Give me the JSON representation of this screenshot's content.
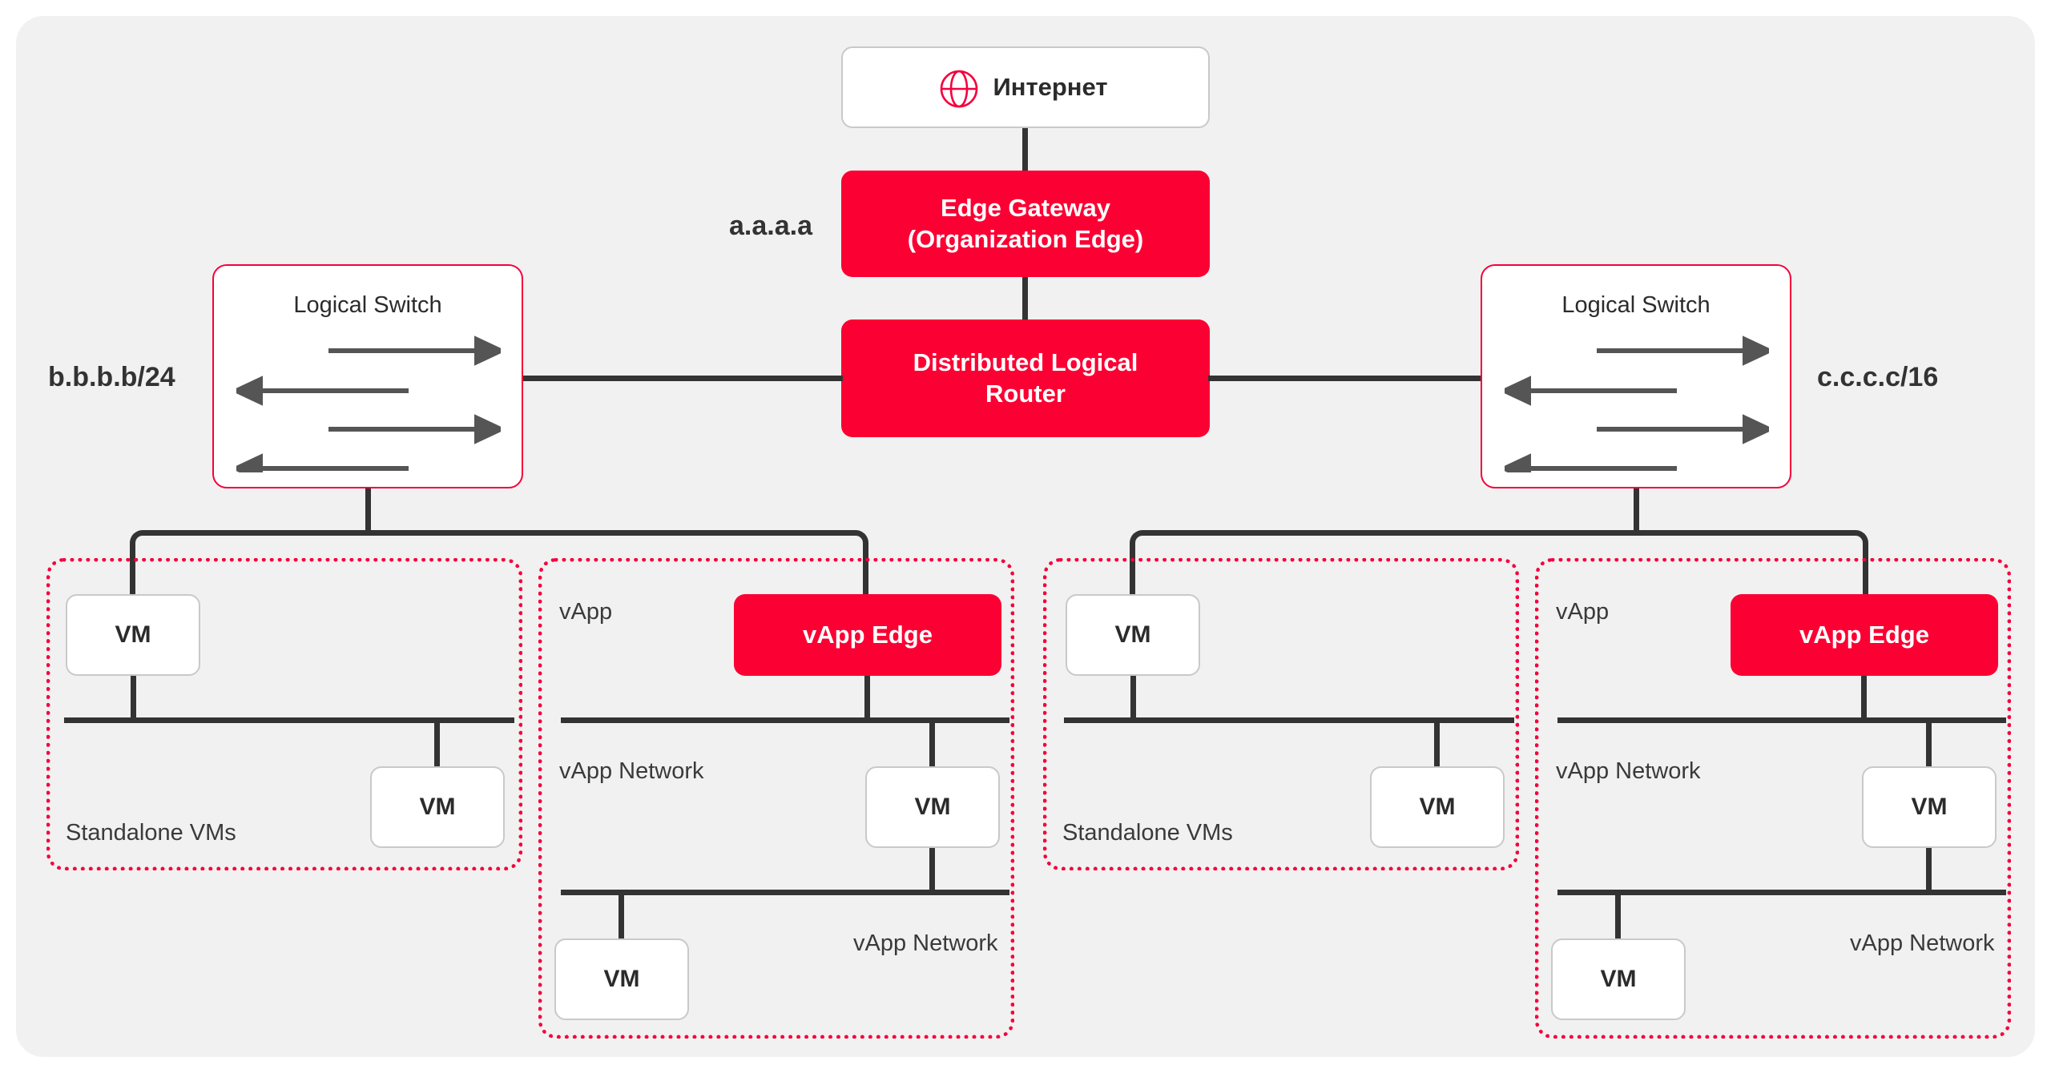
{
  "diagram": {
    "title": "VMware Cloud Director network topology",
    "colors": {
      "panel_bg": "#f1f1f1",
      "accent_red": "#fb0033",
      "border_red": "#f5003c",
      "line_dark": "#333333",
      "box_white": "#ffffff",
      "box_border_gray": "#c9c9c9",
      "arrow_gray": "#555555"
    },
    "internet": {
      "label": "Интернет",
      "icon": "globe-icon"
    },
    "edge_gateway": {
      "line1": "Edge Gateway",
      "line2": "(Organization Edge)",
      "uplink_address": "a.a.a.a"
    },
    "distributed_logical_router": {
      "line1": "Distributed Logical",
      "line2": "Router"
    },
    "left_branch": {
      "logical_switch": {
        "label": "Logical Switch",
        "arrows": [
          "right",
          "left",
          "right",
          "left"
        ]
      },
      "network_address": "b.b.b.b/24",
      "standalone_group": {
        "label": "Standalone VMs",
        "vms": [
          "VM",
          "VM"
        ]
      },
      "vapp_group": {
        "label": "vApp",
        "edge_label": "vApp Edge",
        "network_label_upper": "vApp Network",
        "network_label_lower": "vApp Network",
        "vms": [
          "VM",
          "VM"
        ]
      }
    },
    "right_branch": {
      "logical_switch": {
        "label": "Logical Switch",
        "arrows": [
          "right",
          "left",
          "right",
          "left"
        ]
      },
      "network_address": "c.c.c.c/16",
      "standalone_group": {
        "label": "Standalone VMs",
        "vms": [
          "VM",
          "VM"
        ]
      },
      "vapp_group": {
        "label": "vApp",
        "edge_label": "vApp Edge",
        "network_label_upper": "vApp Network",
        "network_label_lower": "vApp Network",
        "vms": [
          "VM",
          "VM"
        ]
      }
    }
  }
}
